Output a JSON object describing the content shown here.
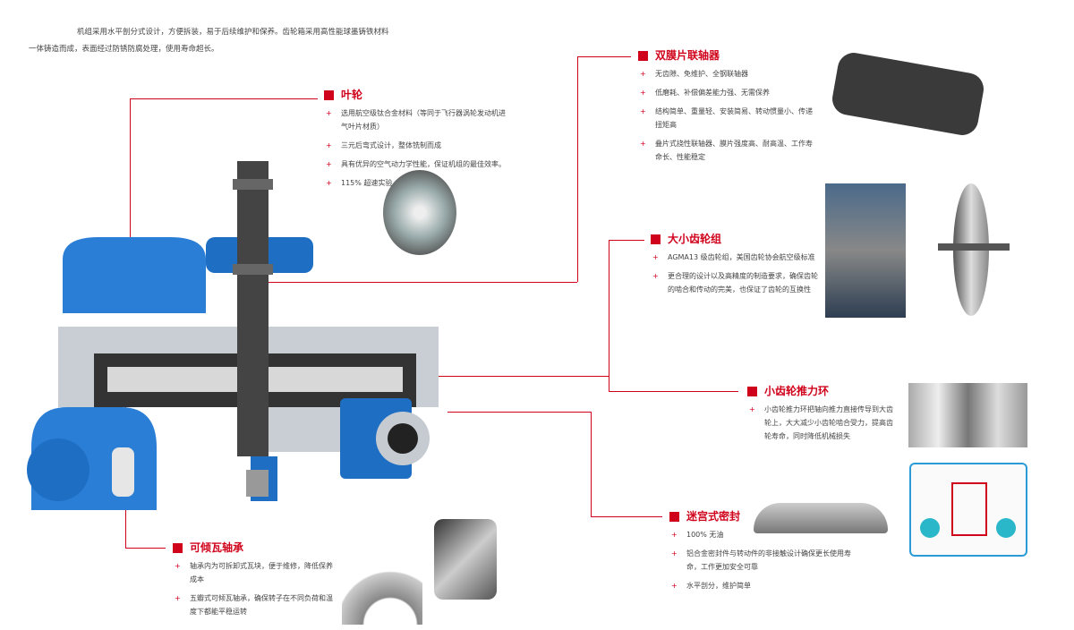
{
  "intro": {
    "line1": "机组采用水平剖分式设计，方便拆装，易于后续维护和保养。齿轮箱采用高性能球墨铸铁材料",
    "line2": "一体铸造而成，表面经过防锈防腐处理，使用寿命超长。"
  },
  "sections": [
    {
      "title": "叶轮",
      "items": [
        "选用航空级钛合金材料（等同于飞行器涡轮发动机进气叶片材质）",
        "三元后弯式设计，整体铣制而成",
        "具有优异的空气动力学性能，保证机组的最佳效率。",
        "115% 超速实验"
      ]
    },
    {
      "title": "双膜片联轴器",
      "items": [
        "无齿隙、免维护、全钢联轴器",
        "低磨耗、补偿偏差能力强、无需保养",
        "结构简单、重量轻、安装简易、转动惯量小、传递扭矩高",
        "叠片式挠性联轴器、膜片强度高、耐高温、工作寿命长、性能稳定"
      ]
    },
    {
      "title": "大小齿轮组",
      "items": [
        "AGMA13 级齿轮组，美国齿轮协会航空级标准",
        "更合理的设计以及高精度的制造要求，确保齿轮的啮合和传动的完美，也保证了齿轮的互换性"
      ]
    },
    {
      "title": "小齿轮推力环",
      "items": [
        "小齿轮推力环把轴向推力直接传导到大齿轮上，大大减少小齿轮啮合受力，提高齿轮寿命，同时降低机械损失"
      ]
    },
    {
      "title": "迷宫式密封",
      "items": [
        "100% 无油",
        "铝合金密封件与转动件的非接触设计确保更长使用寿命，工作更加安全可靠",
        "水平剖分，维护简单"
      ]
    },
    {
      "title": "可倾瓦轴承",
      "items": [
        "轴承内为可拆卸式瓦块，便于维修，降低保养成本",
        "五瓣式可倾瓦轴承，确保转子在不同负荷和温度下都能平稳运转"
      ]
    }
  ],
  "colors": {
    "accent": "#d0021b",
    "casing": "#1e6fc4"
  }
}
